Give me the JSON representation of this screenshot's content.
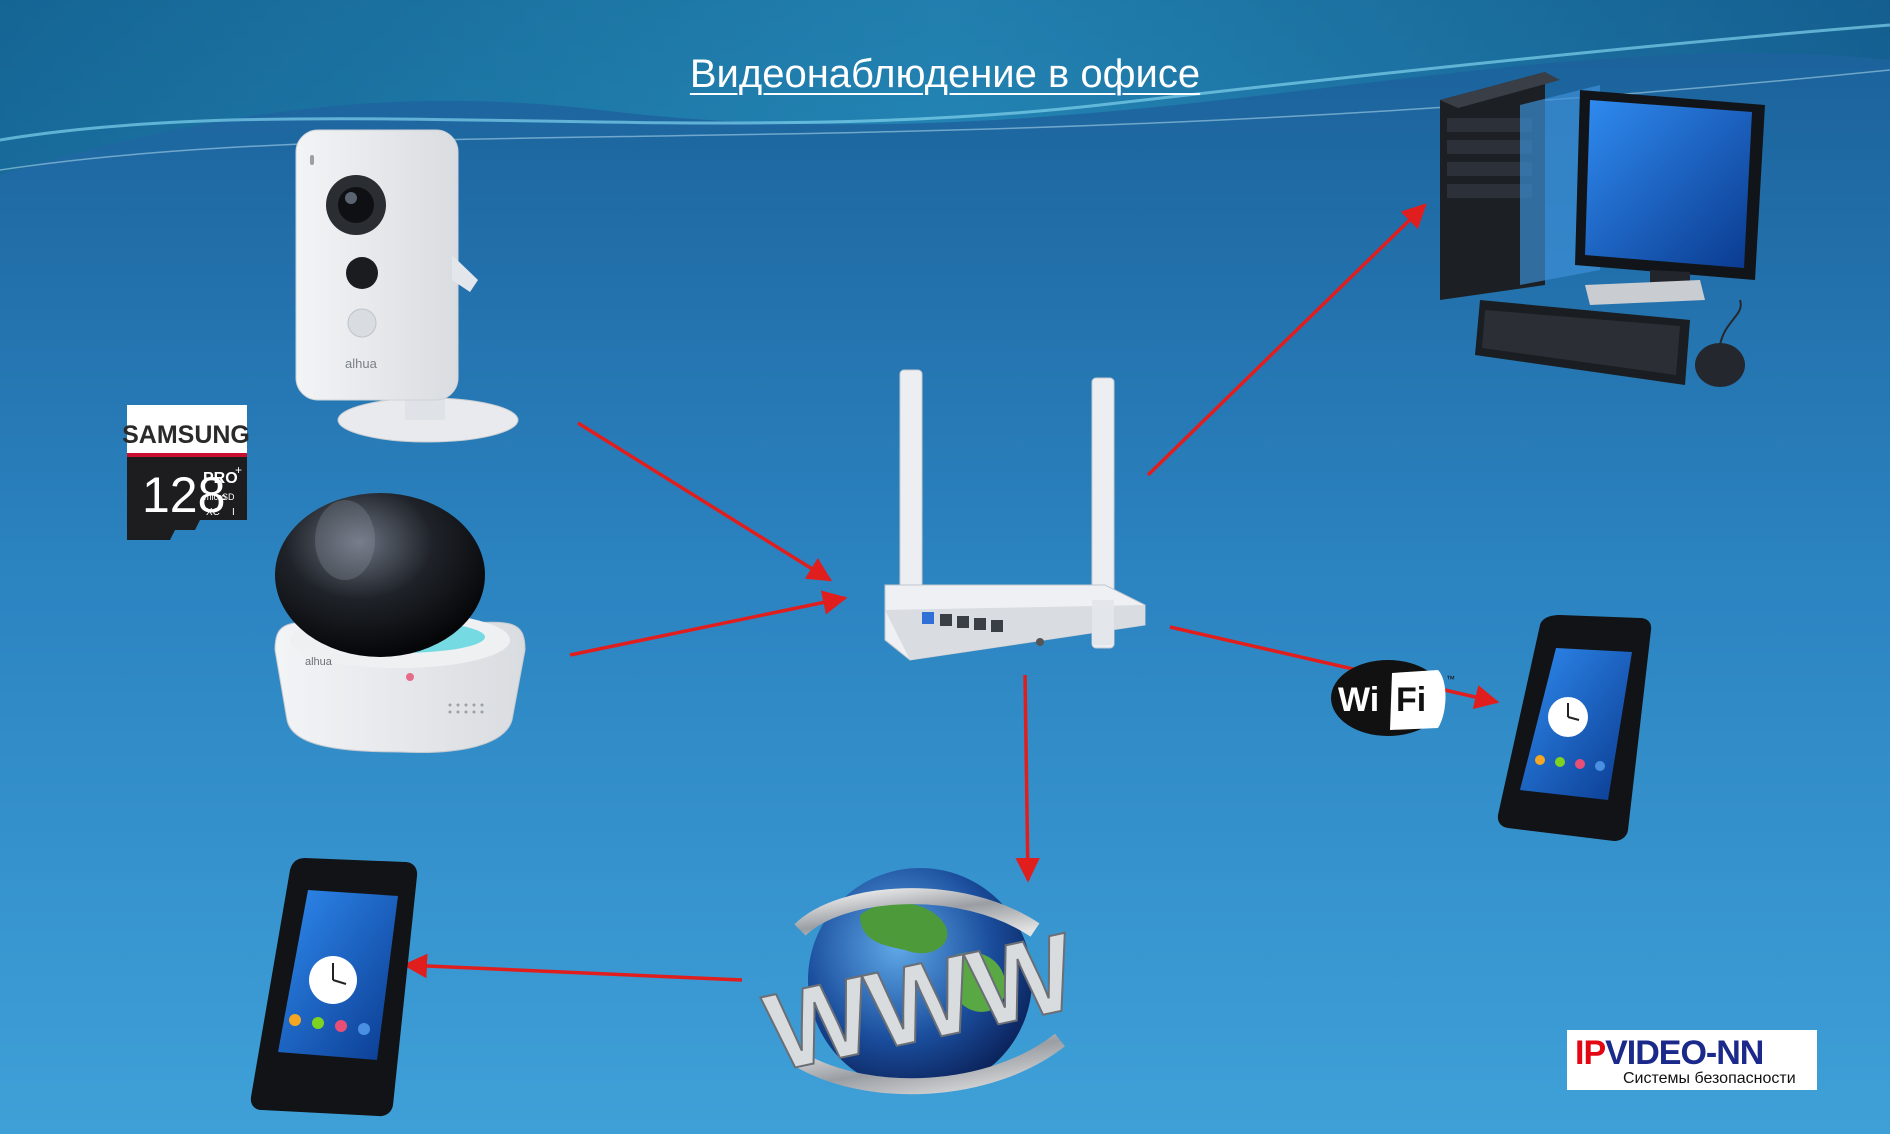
{
  "title": "Видеонаблюдение в офисе",
  "devices": {
    "cube_camera": {
      "brand": "alhua"
    },
    "ptz_camera": {
      "brand": "alhua"
    },
    "sd_card": {
      "brand": "SAMSUNG",
      "capacity": "128",
      "line": "PRO",
      "plus": "+",
      "type1": "micro",
      "type2": "SD",
      "type3": "XC",
      "class": "I"
    },
    "wifi_badge": {
      "wi": "Wi",
      "fi": "Fi",
      "tm": "™"
    },
    "www": {
      "label": "WWW"
    }
  },
  "logo": {
    "part1": "IP",
    "part2": "VIDEO-NN",
    "subtitle": "Системы безопасности"
  },
  "colors": {
    "arrow": "#e01e1e",
    "background_top": "#1e6fa6",
    "background_bottom": "#3d9bd3",
    "brand_red": "#e30613",
    "brand_blue": "#1b2a8a"
  },
  "connections": [
    {
      "from": "cube-camera",
      "to": "router"
    },
    {
      "from": "ptz-camera",
      "to": "router"
    },
    {
      "from": "router",
      "to": "desktop-computer"
    },
    {
      "from": "router",
      "to": "smartphone-wifi"
    },
    {
      "from": "router",
      "to": "internet-www"
    },
    {
      "from": "internet-www",
      "to": "smartphone-remote"
    }
  ]
}
